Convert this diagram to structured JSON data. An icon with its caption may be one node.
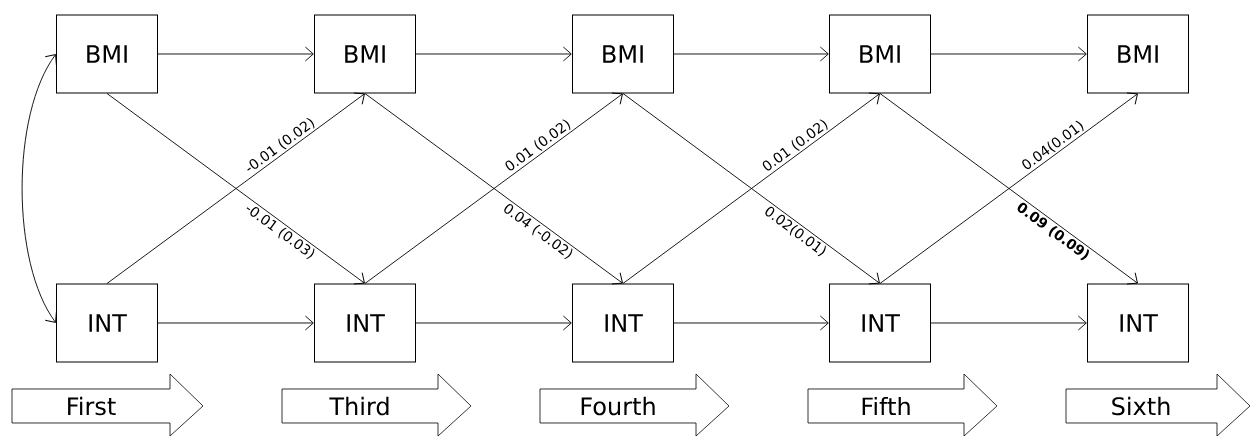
{
  "diagram": {
    "nodes": [
      {
        "text": [
          "BMI"
        ]
      },
      {
        "text": [
          "BMI"
        ]
      },
      {
        "text": [
          "BMI"
        ]
      },
      {
        "text": [
          "BMI"
        ]
      },
      {
        "text": [
          "BMI"
        ]
      },
      {
        "text": [
          "INT"
        ]
      },
      {
        "text": [
          "INT"
        ]
      },
      {
        "text": [
          "INT"
        ]
      },
      {
        "text": [
          "INT"
        ]
      },
      {
        "text": [
          "INT"
        ]
      },
      {
        "text": [
          "First"
        ]
      },
      {
        "text": [
          "Third"
        ]
      },
      {
        "text": [
          "Fourth"
        ]
      },
      {
        "text": [
          "Fifth"
        ]
      },
      {
        "text": [
          "Sixth"
        ]
      }
    ],
    "edges": [
      {
        "from": 0,
        "to": 5,
        "arrow": "both"
      },
      {
        "from": 0,
        "to": 1,
        "arrow": "to"
      },
      {
        "from": 1,
        "to": 2,
        "arrow": "to"
      },
      {
        "from": 2,
        "to": 3,
        "arrow": "to"
      },
      {
        "from": 3,
        "to": 4,
        "arrow": "to"
      },
      {
        "from": 5,
        "to": 6,
        "arrow": "to"
      },
      {
        "from": 6,
        "to": 7,
        "arrow": "to"
      },
      {
        "from": 7,
        "to": 8,
        "arrow": "to"
      },
      {
        "from": 8,
        "to": 9,
        "arrow": "to"
      },
      {
        "from": 5,
        "to": 1,
        "arrow": "to",
        "label": "-0.01 (0.02)"
      },
      {
        "from": 0,
        "to": 6,
        "arrow": "to",
        "label": "-0.01 (0.03)"
      },
      {
        "from": 6,
        "to": 2,
        "arrow": "to",
        "label": "0.01 (0.02)"
      },
      {
        "from": 1,
        "to": 7,
        "arrow": "to",
        "label": "0.04 (-0.02)"
      },
      {
        "from": 7,
        "to": 3,
        "arrow": "to",
        "label": "0.01 (0.02)"
      },
      {
        "from": 2,
        "to": 8,
        "arrow": "to",
        "label": "0.02(0.01)"
      },
      {
        "from": 8,
        "to": 4,
        "arrow": "to",
        "label": "0.04(0.01)"
      },
      {
        "from": 3,
        "to": 9,
        "arrow": "to",
        "label": "0.09 (0.09)"
      }
    ]
  }
}
